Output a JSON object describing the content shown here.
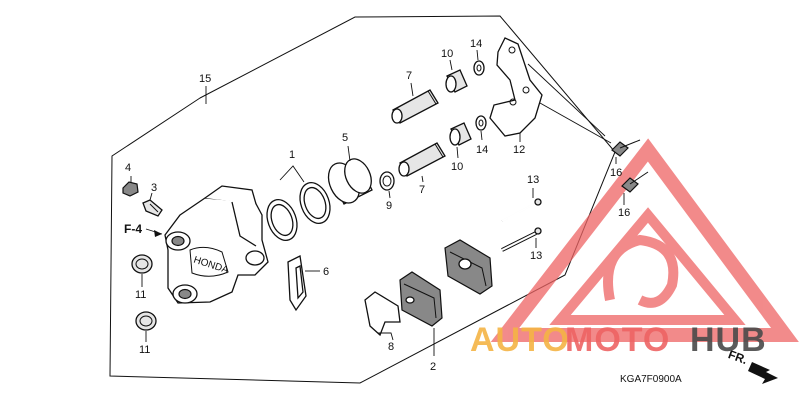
{
  "part_labels": {
    "p1": "1",
    "p2": "2",
    "p3": "3",
    "p4": "4",
    "p5": "5",
    "p6": "6",
    "p7a": "7",
    "p7b": "7",
    "p8": "8",
    "p9": "9",
    "p10a": "10",
    "p10b": "10",
    "p11a": "11",
    "p11b": "11",
    "p12": "12",
    "p13a": "13",
    "p13b": "13",
    "p14a": "14",
    "p14b": "14",
    "p15": "15",
    "p16a": "16",
    "p16b": "16"
  },
  "callouts": {
    "ref": "F-4",
    "front": "FR."
  },
  "embossed_text": "HONDA",
  "diagram_code": "KGA7F0900A",
  "watermark": {
    "auto": "AUTO",
    "moto": "MOTO",
    "hub": "HUB",
    "color_orange": "#f5b445",
    "color_red": "#ee6464",
    "color_grey": "#4a4a4a"
  }
}
